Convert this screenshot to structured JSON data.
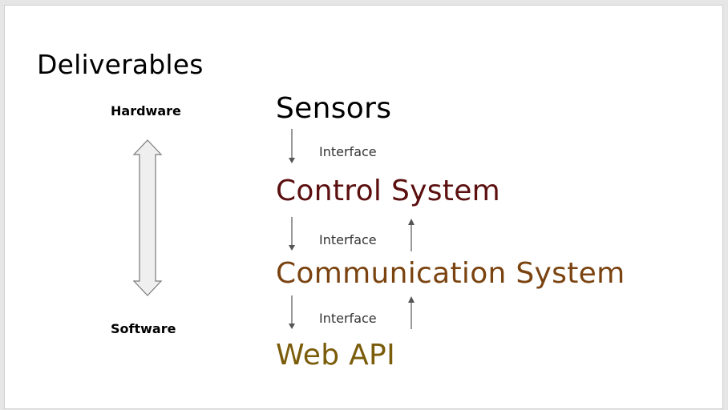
{
  "slide": {
    "title": "Deliverables"
  },
  "scale": {
    "top_label": "Hardware",
    "bottom_label": "Software"
  },
  "stack": {
    "layers": [
      {
        "label": "Sensors",
        "color": "#000000"
      },
      {
        "label": "Control System",
        "color": "#5b0f0f"
      },
      {
        "label": "Communication System",
        "color": "#7a4310"
      },
      {
        "label": "Web API",
        "color": "#7a5c0a"
      }
    ],
    "interfaces": [
      {
        "label": "Interface",
        "arrow_down": true,
        "arrow_up": false
      },
      {
        "label": "Interface",
        "arrow_down": true,
        "arrow_up": true
      },
      {
        "label": "Interface",
        "arrow_down": true,
        "arrow_up": true
      }
    ]
  }
}
